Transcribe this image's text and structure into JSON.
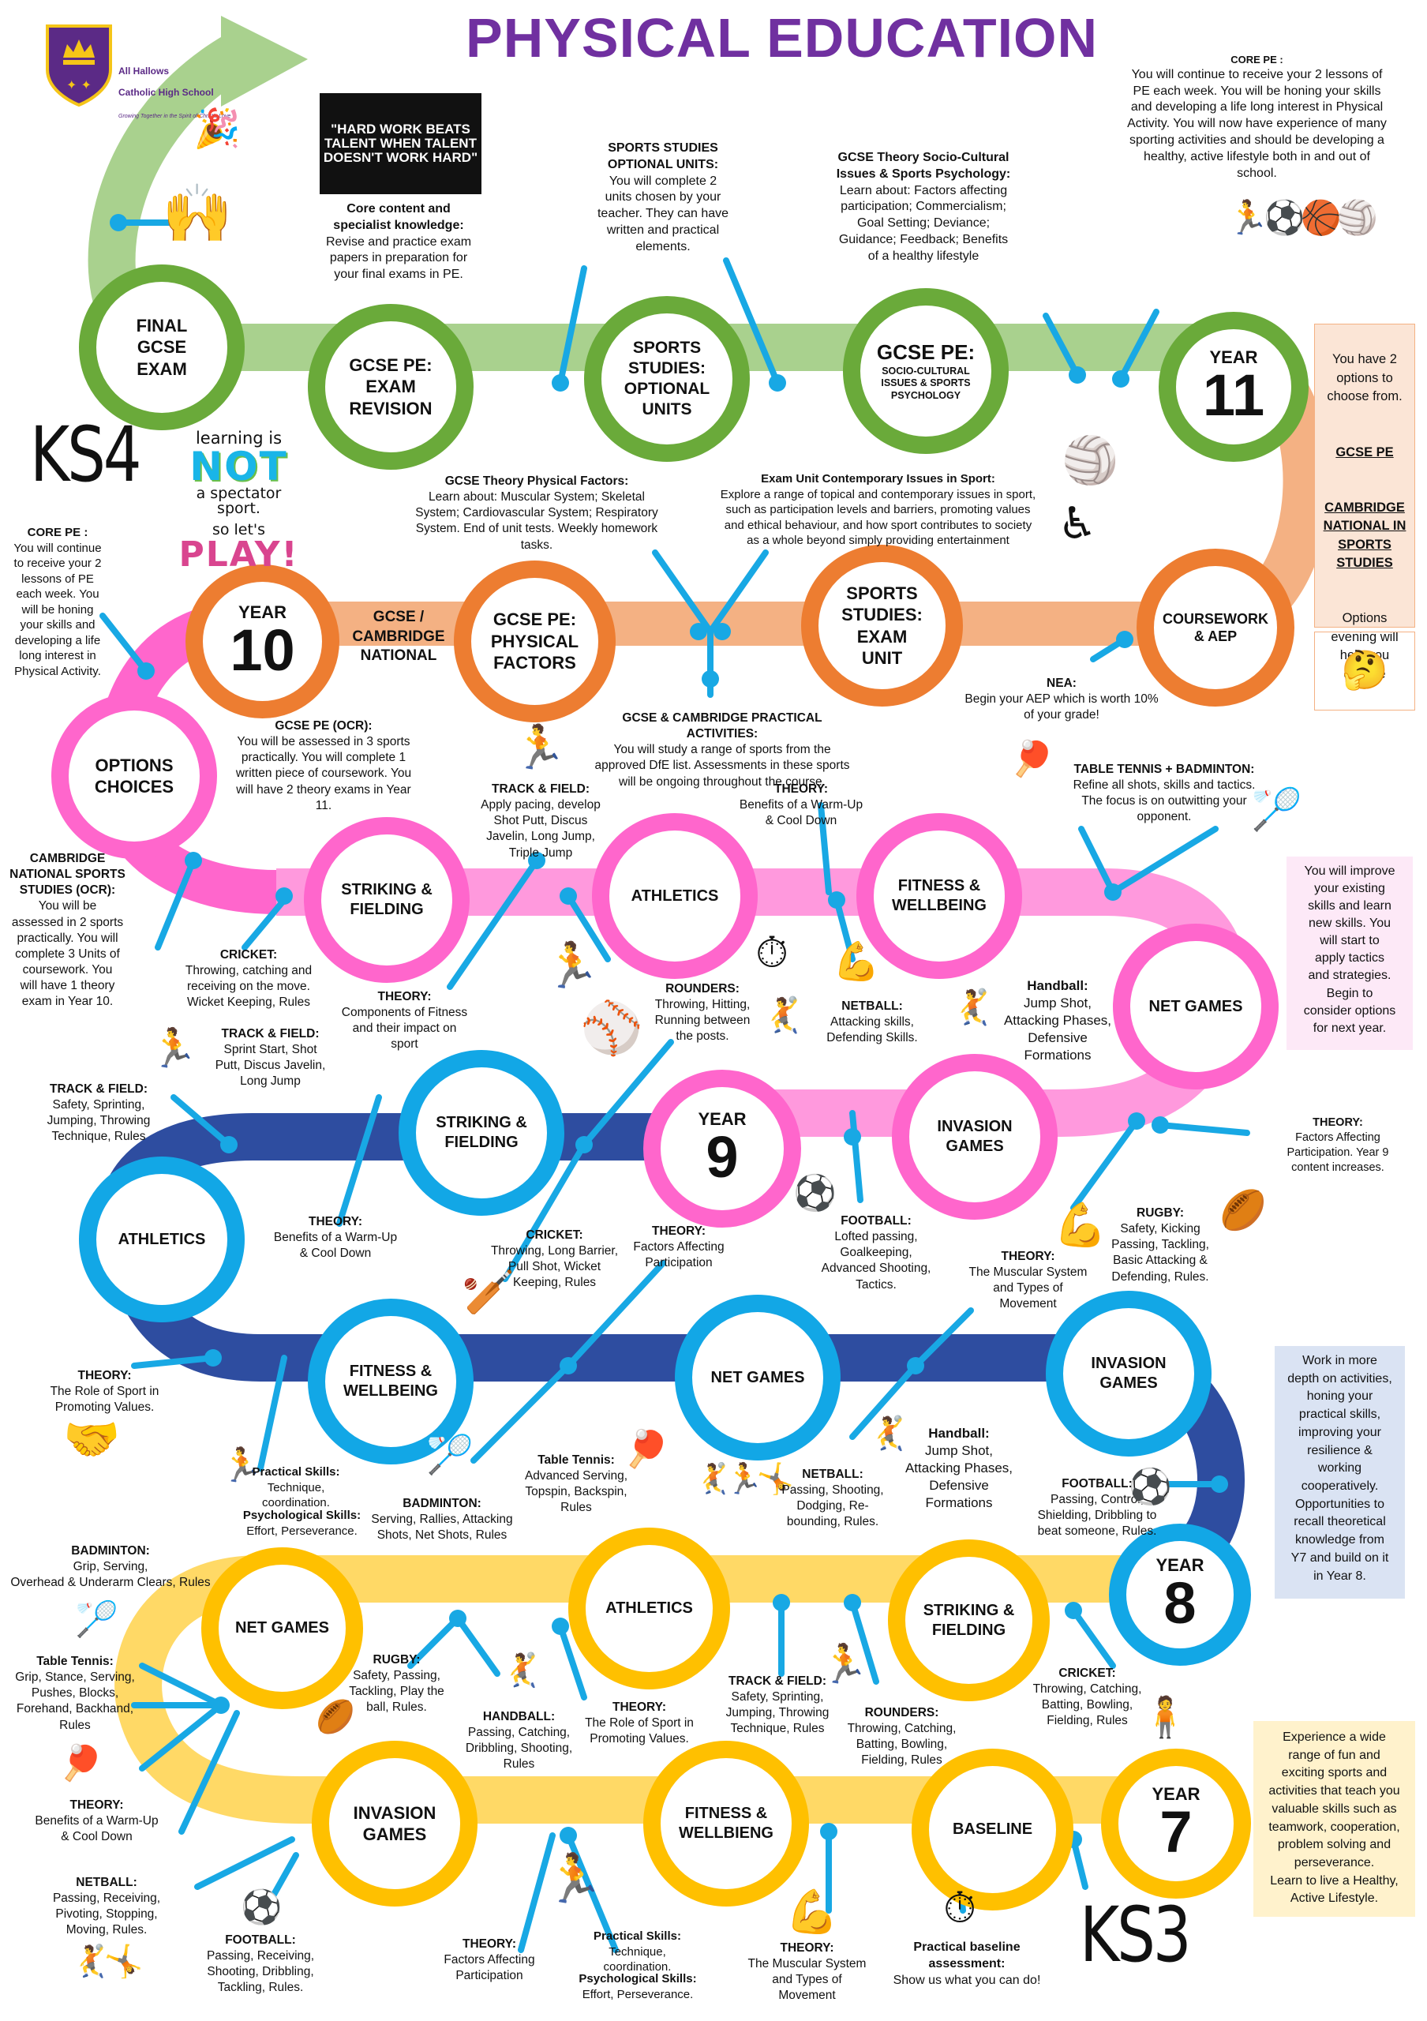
{
  "title": "PHYSICAL EDUCATION",
  "colors": {
    "title": "#7030a0",
    "year11": "#6aaa3a",
    "year10": "#ed7d31",
    "options": "#ff66cc",
    "year9": "#2e4da0",
    "year9b": "#12a7e6",
    "year7": "#ffc000",
    "year8road": "#ffd966"
  },
  "school": {
    "name_line1": "All Hallows",
    "name_line2": "Catholic High School",
    "motto": "Growing Together in the Spirit of Christ's Love"
  },
  "quote": {
    "line1": "\"HARD WORK BEATS",
    "line2": "TALENT WHEN TALENT",
    "line3": "DOESN'T WORK HARD\""
  },
  "ks4": "KS4",
  "ks3": "KS3",
  "slogan": {
    "line1": "learning is",
    "line2": "NOT",
    "line3": "a spectator",
    "line4": "sport.",
    "line5": "so let's",
    "line6": "PLAY!"
  },
  "nodes": {
    "final": "FINAL\nGCSE\nEXAM",
    "revision": "GCSE PE:\nEXAM\nREVISION",
    "optional": "SPORTS\nSTUDIES:\nOPTIONAL\nUNITS",
    "socio_title": "GCSE PE:",
    "socio_sub": "SOCIO-CULTURAL\nISSUES & SPORTS\nPSYCHOLOGY",
    "y11_label": "YEAR",
    "y11_num": "11",
    "coursework": "COURSEWORK\n& AEP",
    "exam_unit": "SPORTS\nSTUDIES:\nEXAM\nUNIT",
    "physical": "GCSE PE:\nPHYSICAL\nFACTORS",
    "cambridge": "GCSE /\nCAMBRIDGE\nNATIONAL",
    "y10_label": "YEAR",
    "y10_num": "10",
    "options": "OPTIONS\nCHOICES",
    "y9_striking1": "STRIKING &\nFIELDING",
    "y9_athletics1": "ATHLETICS",
    "y9_fitness1": "FITNESS &\nWELLBEING",
    "y9_net": "NET GAMES",
    "y9_invasion": "INVASION\nGAMES",
    "y9_label": "YEAR",
    "y9_num": "9",
    "y9_striking2": "STRIKING &\nFIELDING",
    "y8_athletics": "ATHLETICS",
    "y8_fitness": "FITNESS &\nWELLBEING",
    "y8_net": "NET GAMES",
    "y8_invasion": "INVASION\nGAMES",
    "y8_label": "YEAR",
    "y8_num": "8",
    "y7_net": "NET GAMES",
    "y7_athletics": "ATHLETICS",
    "y7_striking": "STRIKING &\nFIELDING",
    "y7_invasion": "INVASION\nGAMES",
    "y7_fitness": "FITNESS &\nWELLBIENG",
    "y7_baseline": "BASELINE",
    "y7_label": "YEAR",
    "y7_num": "7"
  },
  "texts": {
    "core_content_h": "Core content and\nspecialist knowledge:",
    "core_content_b": "Revise and practice exam\npapers in preparation for\nyour final exams in PE.",
    "ss_opt_h": "SPORTS STUDIES\nOPTIONAL UNITS:",
    "ss_opt_b": "You will complete 2\nunits chosen by your\nteacher. They can have\nwritten and practical\nelements.",
    "socio_h": "GCSE Theory Socio-Cultural\nIssues & Sports Psychology:",
    "socio_b": "Learn about: Factors affecting\nparticipation; Commercialism;\nGoal Setting; Deviance;\nGuidance; Feedback; Benefits\nof a healthy lifestyle",
    "core11_h": "CORE PE :",
    "core11_b": "You will continue to receive your 2 lessons of\nPE each week. You will be honing your skills\nand developing a life long interest in Physical\nActivity. You will now have experience of many\nsporting activities and should be developing a\nhealthy, active lifestyle both in and out of\nschool.",
    "phys_h": "GCSE Theory Physical Factors:",
    "phys_b": "Learn about: Muscular System; Skeletal\nSystem; Cardiovascular System; Respiratory\nSystem. End of unit tests. Weekly homework\ntasks.",
    "contemp_h": "Exam Unit Contemporary Issues in Sport:",
    "contemp_b": "Explore a range of topical and contemporary issues in sport,\nsuch as participation levels and barriers, promoting values\nand ethical behaviour, and how sport contributes to society\nas a whole beyond simply providing entertainment",
    "core10_h": "CORE PE :",
    "core10_b": "You will continue\nto receive your 2\nlessons of PE\neach week. You\nwill be honing\nyour skills and\ndeveloping a life\nlong interest in\nPhysical Activity.",
    "nea_h": "NEA:",
    "nea_b": "Begin your AEP which is worth 10%\nof your grade!",
    "practical_h": "GCSE & CAMBRIDGE PRACTICAL ACTIVITIES:",
    "practical_b": "You will study a range of sports from the\napproved DfE list. Assessments in these sports\nwill be ongoing throughout the course.",
    "ocr_h": "GCSE PE (OCR):",
    "ocr_b": "You will be assessed in 3 sports\npractically. You will complete 1\nwritten piece of coursework. You\nwill have 2 theory exams in Year\n11.",
    "cam_h": "CAMBRIDGE\nNATIONAL SPORTS\nSTUDIES (OCR):",
    "cam_b": "You will be\nassessed in 2 sports\npractically. You will\ncomplete 3 Units of\ncoursework. You\nwill have 1 theory\nexam in Year 10.",
    "tf9a_h": "TRACK & FIELD:",
    "tf9a_b": "Apply pacing, develop\nShot Putt, Discus\nJavelin, Long Jump,\nTriple Jump",
    "th9a_h": "THEORY:",
    "th9a_b": "Benefits of a Warm-Up\n& Cool Down",
    "ttb_h": "TABLE TENNIS + BADMINTON:",
    "ttb_b": "Refine all shots, skills and tactics.\nThe focus is on outwitting your\nopponent.",
    "cricket9_h": "CRICKET:",
    "cricket9_b": "Throwing, catching and\nreceiving on the move.\nWicket Keeping, Rules",
    "th9b_h": "THEORY:",
    "th9b_b": "Components of Fitness\nand their impact on\nsport",
    "rounders9_h": "ROUNDERS:",
    "rounders9_b": "Throwing, Hitting,\nRunning between\nthe posts.",
    "netball9_h": "NETBALL:",
    "netball9_b": "Attacking skills,\nDefending Skills.",
    "handball9_h": "Handball:",
    "handball9_b": "Jump Shot,\nAttacking Phases,\nDefensive\nFormations",
    "tf9b_h": "TRACK & FIELD:",
    "tf9b_b": "Sprint Start, Shot\nPutt, Discus Javelin,\nLong Jump",
    "tf9c_h": "TRACK & FIELD:",
    "tf9c_b": "Safety, Sprinting,\nJumping, Throwing\nTechnique, Rules",
    "th9c_h": "THEORY:",
    "th9c_b": "Factors Affecting\nParticipation. Year 9\ncontent increases.",
    "th8a_h": "THEORY:",
    "th8a_b": "Benefits of a Warm-Up\n& Cool Down",
    "cricket8_h": "CRICKET:",
    "cricket8_b": "Throwing, Long Barrier,\nPull Shot, Wicket\nKeeping, Rules",
    "th8b_h": "THEORY:",
    "th8b_b": "Factors Affecting\nParticipation",
    "football8a_h": "FOOTBALL:",
    "football8a_b": "Lofted passing,\nGoalkeeping,\nAdvanced Shooting,\nTactics.",
    "th8c_h": "THEORY:",
    "th8c_b": "The Muscular System\nand Types of\nMovement",
    "rugby8_h": "RUGBY:",
    "rugby8_b": "Safety, Kicking\nPassing, Tackling,\nBasic Attacking &\nDefending, Rules.",
    "th8d_h": "THEORY:",
    "th8d_b": "The Role of Sport in\nPromoting Values.",
    "ps8_h1": "Practical Skills:",
    "ps8_b1": "Technique,\ncoordination.",
    "ps8_h2": "Psychological Skills:",
    "ps8_b2": "Effort, Perseverance.",
    "badm8_h": "BADMINTON:",
    "badm8_b": "Serving, Rallies, Attacking\nShots, Net Shots, Rules",
    "tt8_h": "Table Tennis:",
    "tt8_b": "Advanced Serving,\nTopspin, Backspin,\nRules",
    "netball8_h": "NETBALL:",
    "netball8_b": "Passing, Shooting,\nDodging, Re-\nbounding, Rules.",
    "handball8_h": "Handball:",
    "handball8_b": "Jump Shot,\nAttacking Phases,\nDefensive\nFormations",
    "football8b_h": "FOOTBALL:",
    "football8b_b": "Passing, Control,\nShielding, Dribbling to\nbeat someone, Rules.",
    "badm7_h": "BADMINTON:",
    "badm7_b": "Grip, Serving,\nOverhead & Underarm Clears, Rules",
    "tt7_h": "Table Tennis:",
    "tt7_b": "Grip, Stance, Serving,\nPushes, Blocks,\nForehand, Backhand,\nRules",
    "rugby7_h": "RUGBY:",
    "rugby7_b": "Safety, Passing,\nTackling, Play the\nball, Rules.",
    "handball7_h": "HANDBALL:",
    "handball7_b": "Passing, Catching,\nDribbling, Shooting,\nRules",
    "th7a_h": "THEORY:",
    "th7a_b": "The Role of Sport in\nPromoting Values.",
    "tf7_h": "TRACK & FIELD:",
    "tf7_b": "Safety, Sprinting,\nJumping, Throwing\nTechnique, Rules",
    "rounders7_h": "ROUNDERS:",
    "rounders7_b": "Throwing, Catching,\nBatting, Bowling,\nFielding, Rules",
    "cricket7_h": "CRICKET:",
    "cricket7_b": "Throwing, Catching,\nBatting, Bowling,\nFielding, Rules",
    "th7b_h": "THEORY:",
    "th7b_b": "Benefits of a Warm-Up\n& Cool Down",
    "netball7_h": "NETBALL:",
    "netball7_b": "Passing, Receiving,\nPivoting, Stopping,\nMoving, Rules.",
    "football7_h": "FOOTBALL:",
    "football7_b": "Passing, Receiving,\nShooting, Dribbling,\nTackling, Rules.",
    "th7c_h": "THEORY:",
    "th7c_b": "Factors Affecting\nParticipation",
    "ps7_h1": "Practical Skills:",
    "ps7_b1": "Technique,\ncoordination.",
    "ps7_h2": "Psychological Skills:",
    "ps7_b2": "Effort, Perseverance.",
    "th7d_h": "THEORY:",
    "th7d_b": "The Muscular System\nand Types of\nMovement",
    "baseline_h": "Practical baseline\nassessment:",
    "baseline_b": "Show us what you can do!"
  },
  "boxes": {
    "y11_options": {
      "a": "You have 2\noptions to\nchoose from.",
      "b": "GCSE PE",
      "c": "CAMBRIDGE\nNATIONAL IN\nSPORTS\nSTUDIES",
      "d": "Options\nevening will\nhelp you\nchoose"
    },
    "y9": "You will improve\nyour existing\nskills and learn\nnew skills. You\nwill start to\napply tactics\nand strategies.\nBegin to\nconsider options\nfor next year.",
    "y8": "Work in more\ndepth on activities,\nhoning your\npractical skills,\nimproving your\nresilience &\nworking\ncooperatively.\nOpportunities to\nrecall theoretical\nknowledge from\nY7 and build on it\nin Year 8.",
    "y7": "Experience a wide\nrange of fun and\nexciting sports and\nactivities that teach you\nvaluable skills such as\nteamwork, cooperation,\nproblem solving and\nperseverance.\nLearn to live a Healthy,\nActive Lifestyle."
  },
  "icons": [
    "crown-shield-icon",
    "celebrating-person-icon",
    "party-popper-icon",
    "sports-silhouettes-icon",
    "volleyball-player-icon",
    "wheelchair-icon",
    "thinking-head-icon",
    "runner-icon",
    "table-tennis-bat-icon",
    "badminton-player-icon",
    "stopwatch-icon",
    "bodybuilder-icon",
    "netball-player-icon",
    "handball-player-icon",
    "baseball-batter-icon",
    "cricket-player-icon",
    "football-icon",
    "rugby-player-icon",
    "handshake-icon",
    "boy-girl-icon",
    "dancer-icon",
    "footballer-icon"
  ]
}
